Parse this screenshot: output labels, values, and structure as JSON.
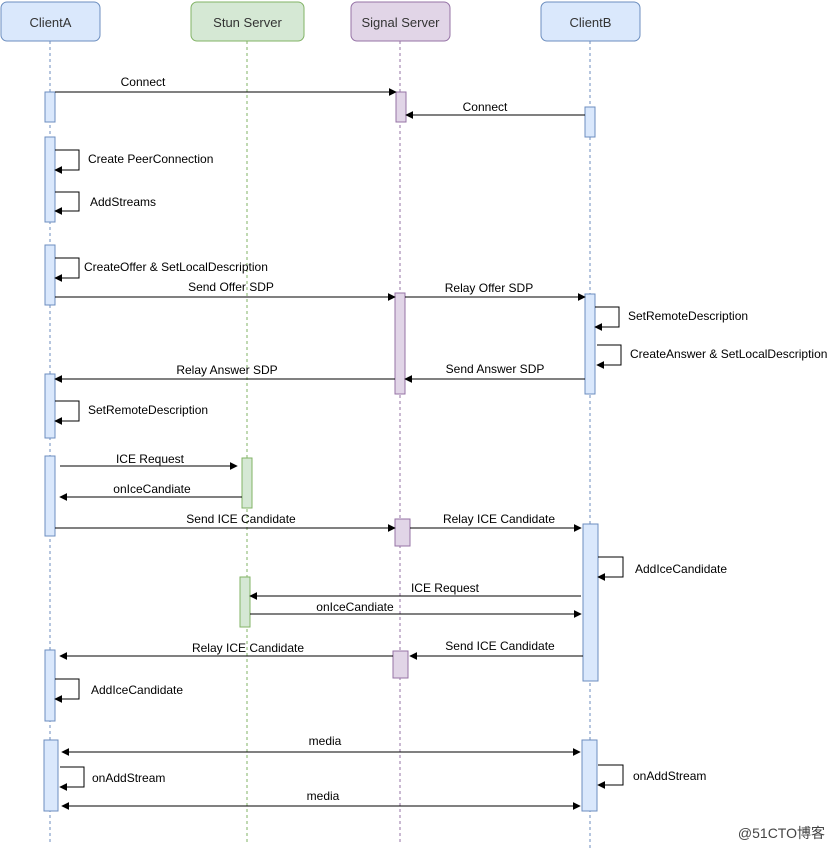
{
  "participants": [
    {
      "id": "clientA",
      "label": "ClientA",
      "fill": "#dae8fc",
      "stroke": "#6c8ebf"
    },
    {
      "id": "stun",
      "label": "Stun Server",
      "fill": "#d5e8d4",
      "stroke": "#82b366"
    },
    {
      "id": "signal",
      "label": "Signal Server",
      "fill": "#e1d5e7",
      "stroke": "#9673a6"
    },
    {
      "id": "clientB",
      "label": "ClientB",
      "fill": "#dae8fc",
      "stroke": "#6c8ebf"
    }
  ],
  "messages": [
    {
      "from": "clientA",
      "to": "signal",
      "label": "Connect"
    },
    {
      "from": "clientB",
      "to": "signal",
      "label": "Connect"
    },
    {
      "from": "clientA",
      "to": "clientA",
      "label": "Create PeerConnection"
    },
    {
      "from": "clientA",
      "to": "clientA",
      "label": "AddStreams"
    },
    {
      "from": "clientA",
      "to": "clientA",
      "label": "CreateOffer & SetLocalDescription"
    },
    {
      "from": "clientA",
      "to": "signal",
      "label": "Send Offer SDP"
    },
    {
      "from": "signal",
      "to": "clientB",
      "label": "Relay Offer SDP"
    },
    {
      "from": "clientB",
      "to": "clientB",
      "label": "SetRemoteDescription"
    },
    {
      "from": "clientB",
      "to": "clientB",
      "label": "CreateAnswer & SetLocalDescription"
    },
    {
      "from": "clientB",
      "to": "signal",
      "label": "Send Answer SDP"
    },
    {
      "from": "signal",
      "to": "clientA",
      "label": "Relay Answer SDP"
    },
    {
      "from": "clientA",
      "to": "clientA",
      "label": "SetRemoteDescription"
    },
    {
      "from": "clientA",
      "to": "stun",
      "label": "ICE Request"
    },
    {
      "from": "stun",
      "to": "clientA",
      "label": "onIceCandiate"
    },
    {
      "from": "clientA",
      "to": "signal",
      "label": "Send ICE Candidate"
    },
    {
      "from": "signal",
      "to": "clientB",
      "label": "Relay ICE Candidate"
    },
    {
      "from": "clientB",
      "to": "clientB",
      "label": "AddIceCandidate"
    },
    {
      "from": "clientB",
      "to": "stun",
      "label": "ICE Request"
    },
    {
      "from": "stun",
      "to": "clientB",
      "label": "onIceCandiate"
    },
    {
      "from": "clientB",
      "to": "signal",
      "label": "Send ICE Candidate"
    },
    {
      "from": "signal",
      "to": "clientA",
      "label": "Relay ICE Candidate"
    },
    {
      "from": "clientA",
      "to": "clientA",
      "label": "AddIceCandidate"
    },
    {
      "from": "clientA",
      "to": "clientB",
      "label": "media",
      "bidirectional": true
    },
    {
      "from": "clientA",
      "to": "clientA",
      "label": "onAddStream"
    },
    {
      "from": "clientB",
      "to": "clientB",
      "label": "onAddStream"
    },
    {
      "from": "clientA",
      "to": "clientB",
      "label": "media",
      "bidirectional": true
    }
  ],
  "watermark": "@51CTO博客"
}
